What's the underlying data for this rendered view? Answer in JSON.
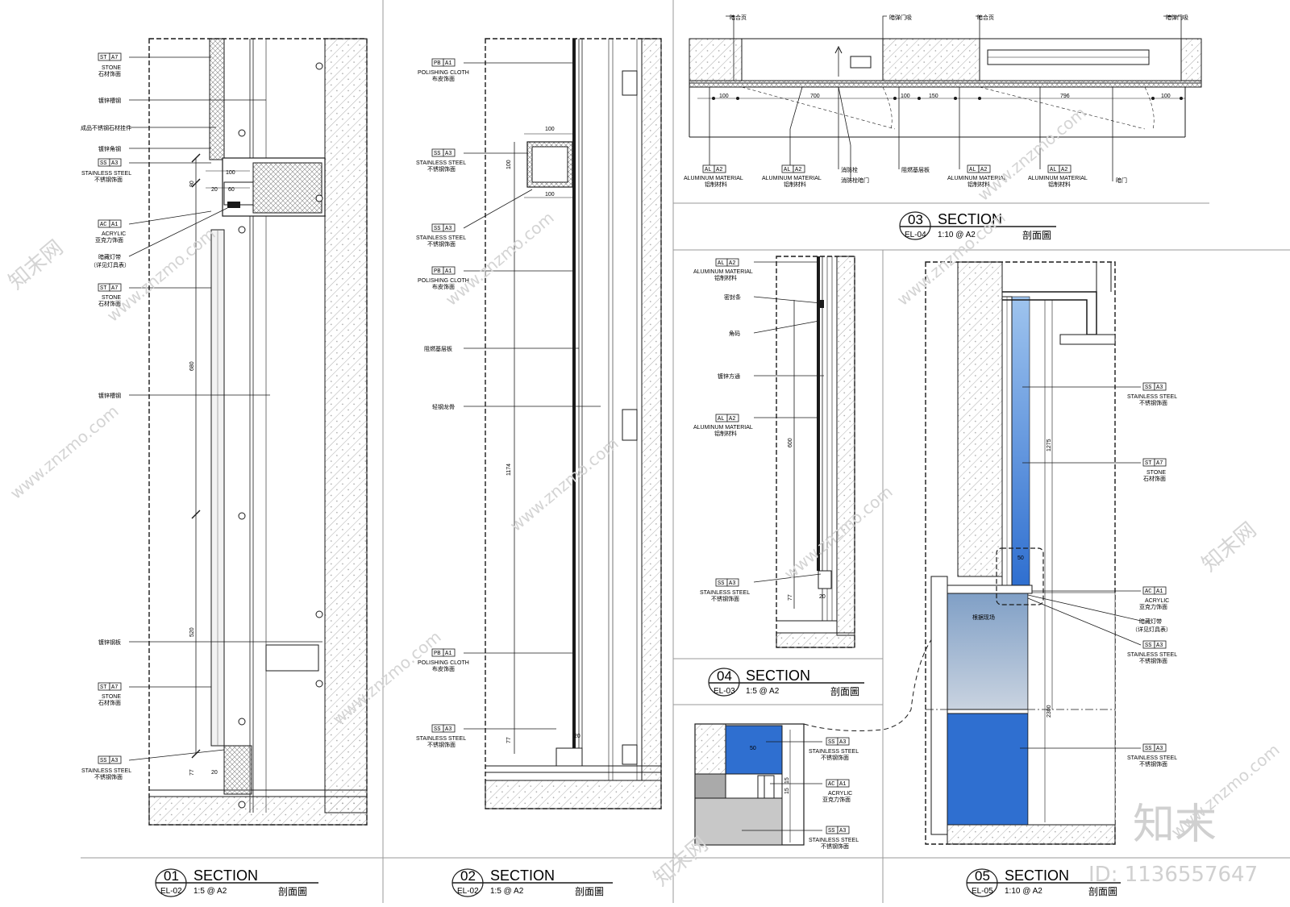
{
  "colors": {
    "line": "#1a1a1a",
    "hatch": "#8a8a8a",
    "acrylic_blue": "#2f6fd0",
    "acrylic_light": "#a9bcd6",
    "grey_fill": "#c8c8c8",
    "watermark": "#d9d9d9"
  },
  "sections": {
    "s01": {
      "num": "01",
      "ref": "EL-02",
      "title": "SECTION",
      "scale": "1:5 @ A2",
      "cn": "剖面圖"
    },
    "s02": {
      "num": "02",
      "ref": "EL-02",
      "title": "SECTION",
      "scale": "1:5 @ A2",
      "cn": "剖面圖"
    },
    "s03": {
      "num": "03",
      "ref": "EL-04",
      "title": "SECTION",
      "scale": "1:10 @ A2",
      "cn": "剖面圖"
    },
    "s04": {
      "num": "04",
      "ref": "EL-03",
      "title": "SECTION",
      "scale": "1:5 @ A2",
      "cn": "剖面圖"
    },
    "s05": {
      "num": "05",
      "ref": "EL-05",
      "title": "SECTION",
      "scale": "1:10 @ A2",
      "cn": "剖面圖"
    }
  },
  "tags": {
    "st": {
      "code": "ST",
      "num": "A7",
      "en": "STONE",
      "cn": "石材饰面"
    },
    "ss": {
      "code": "SS",
      "num": "A3",
      "en": "STAINLESS STEEL",
      "cn": "不锈钢饰面"
    },
    "ac": {
      "code": "AC",
      "num": "A1",
      "en": "ACRYLIC",
      "cn": "亚克力饰面"
    },
    "pb": {
      "code": "PB",
      "num": "A1",
      "en": "POLISHING CLOTH",
      "cn": "布皮饰面"
    },
    "al": {
      "code": "AL",
      "num": "A2",
      "en": "ALUMINUM MATERIAL",
      "cn": "铝制材料"
    }
  },
  "notes_s01": {
    "n1": "镀锌槽钢",
    "n2": "成品不锈钢石材挂件",
    "n3": "镀锌角钢",
    "n4": "暗藏灯带",
    "n5": "（详见灯具表）",
    "n6": "镀锌钢板"
  },
  "notes_s02": {
    "n1": "阻燃基层板",
    "n2": "轻钢龙骨"
  },
  "notes_s03": {
    "top1": "暗合页",
    "top2": "暗弹门吸",
    "top3": "暗合页",
    "top4": "暗弹门吸",
    "b1": "消防栓",
    "b2": "消防栓暗门",
    "b3": "阻燃基层板",
    "b4": "暗门"
  },
  "notes_s04": {
    "n1": "密封条",
    "n2": "角码",
    "n3": "镀锌方通"
  },
  "notes_s05": {
    "n1": "暗藏灯带",
    "n2": "（详见灯具表）",
    "n3": "根据现场"
  },
  "dims": {
    "s01": [
      "100",
      "60",
      "20",
      "80",
      "680",
      "520",
      "77",
      "20"
    ],
    "s02": [
      "100",
      "100",
      "100",
      "1174",
      "77",
      "20"
    ],
    "s03": [
      "100",
      "700",
      "100",
      "150",
      "796",
      "100"
    ],
    "s04": [
      "600",
      "77",
      "20"
    ],
    "s05": [
      "50",
      "1275",
      "2300",
      "50",
      "15",
      "15"
    ]
  },
  "watermarks": {
    "site": "www.znzmo.com",
    "brand_cn": "知末网",
    "logo": "知末",
    "id": "ID: 1136557647"
  }
}
